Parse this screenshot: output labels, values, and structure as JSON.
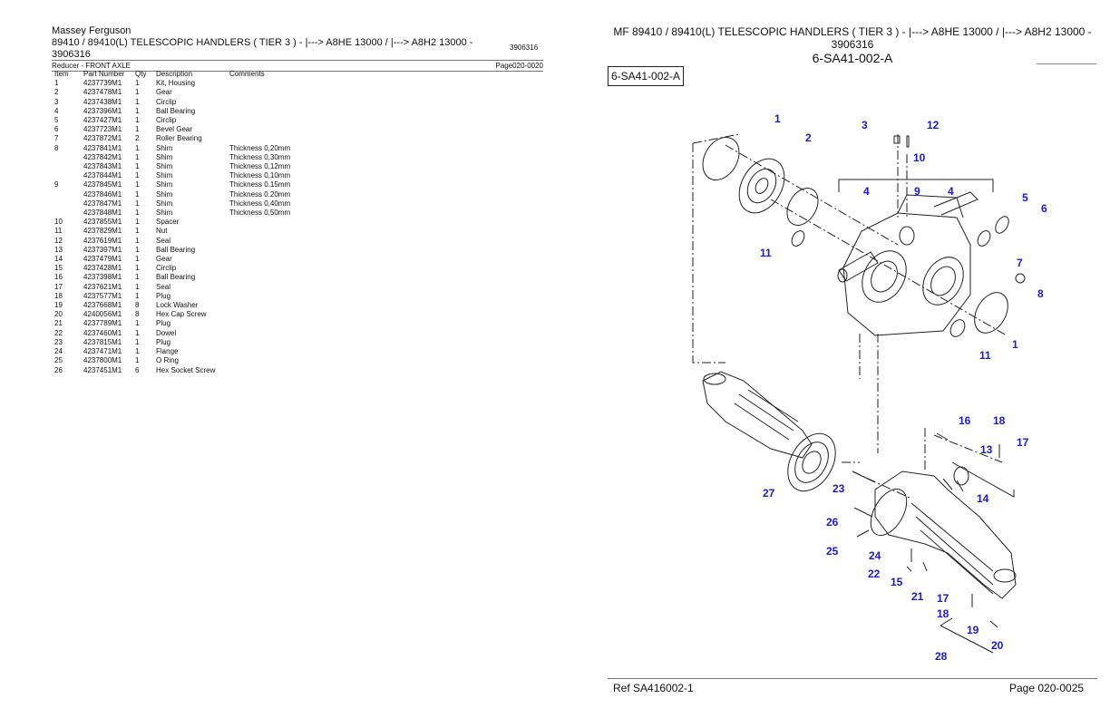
{
  "header": {
    "brand": "Massey Ferguson",
    "model_line": "89410 / 89410(L)   TELESCOPIC HANDLERS ( TIER 3 )  -  |---> A8HE 13000 / |---> A8H2 13000 - 3906316",
    "doc_number": "3906316",
    "section": "Reducer - FRONT AXLE",
    "page": "Page020-0020"
  },
  "table": {
    "columns": [
      "Item",
      "Part Number",
      "Qty",
      "Description",
      "Comments"
    ],
    "rows": [
      [
        "1",
        "4237739M1",
        "1",
        "Kit, Housing",
        ""
      ],
      [
        "2",
        "4237478M1",
        "1",
        "Gear",
        ""
      ],
      [
        "3",
        "4237438M1",
        "1",
        "Circlip",
        ""
      ],
      [
        "4",
        "4237396M1",
        "1",
        "Ball Bearing",
        ""
      ],
      [
        "5",
        "4237427M1",
        "1",
        "Circlip",
        ""
      ],
      [
        "6",
        "4237723M1",
        "1",
        "Bevel Gear",
        ""
      ],
      [
        "7",
        "4237872M1",
        "2",
        "Roller Bearing",
        ""
      ],
      [
        "8",
        "4237841M1",
        "1",
        "Shim",
        "Thickness 0,20mm"
      ],
      [
        "",
        "4237842M1",
        "1",
        "Shim",
        "Thickness 0,30mm"
      ],
      [
        "",
        "4237843M1",
        "1",
        "Shim",
        "Thickness 0,12mm"
      ],
      [
        "",
        "4237844M1",
        "1",
        "Shim",
        "Thickness 0,10mm"
      ],
      [
        "9",
        "4237845M1",
        "1",
        "Shim",
        "Thickness 0.15mm"
      ],
      [
        "",
        "4237846M1",
        "1",
        "Shim",
        "Thickness 0.20mm"
      ],
      [
        "",
        "4237847M1",
        "1",
        "Shim",
        "Thickness 0,40mm"
      ],
      [
        "",
        "4237848M1",
        "1",
        "Shim",
        "Thickness 0,50mm"
      ],
      [
        "10",
        "4237855M1",
        "1",
        "Spacer",
        ""
      ],
      [
        "11",
        "4237829M1",
        "1",
        "Nut",
        ""
      ],
      [
        "12",
        "4237619M1",
        "1",
        "Seal",
        ""
      ],
      [
        "13",
        "4237397M1",
        "1",
        "Ball Bearing",
        ""
      ],
      [
        "14",
        "4237479M1",
        "1",
        "Gear",
        ""
      ],
      [
        "15",
        "4237428M1",
        "1",
        "Circlip",
        ""
      ],
      [
        "16",
        "4237398M1",
        "1",
        "Ball Bearing",
        ""
      ],
      [
        "17",
        "4237621M1",
        "1",
        "Seal",
        ""
      ],
      [
        "18",
        "4237577M1",
        "1",
        "Plug",
        ""
      ],
      [
        "19",
        "4237668M1",
        "8",
        "Lock Washer",
        ""
      ],
      [
        "20",
        "4240056M1",
        "8",
        "Hex Cap Screw",
        ""
      ],
      [
        "21",
        "4237789M1",
        "1",
        "Plug",
        ""
      ],
      [
        "22",
        "4237460M1",
        "1",
        "Dowel",
        ""
      ],
      [
        "23",
        "4237815M1",
        "1",
        "Plug",
        ""
      ],
      [
        "24",
        "4237471M1",
        "1",
        "Flange",
        ""
      ],
      [
        "25",
        "4237800M1",
        "1",
        "O Ring",
        ""
      ],
      [
        "26",
        "4237451M1",
        "6",
        "Hex Socket Screw",
        ""
      ]
    ]
  },
  "figure": {
    "title": "MF 89410 / 89410(L)   TELESCOPIC HANDLERS ( TIER 3 )  -  |---> A8HE 13000 / |---> A8H2 13000 - 3906316",
    "subtitle": "6-SA41-002-A",
    "label_box": "6-SA41-002-A",
    "callouts": [
      "1",
      "2",
      "3",
      "12",
      "10",
      "4",
      "9",
      "4",
      "5",
      "6",
      "11",
      "7",
      "8",
      "1",
      "11",
      "16",
      "18",
      "13",
      "17",
      "14",
      "27",
      "23",
      "26",
      "25",
      "24",
      "22",
      "15",
      "21",
      "17",
      "18",
      "19",
      "20",
      "28"
    ],
    "callout_color": "#1a1acc"
  },
  "footer": {
    "ref": "Ref   SA416002-1",
    "page": "Page   020-0025"
  }
}
